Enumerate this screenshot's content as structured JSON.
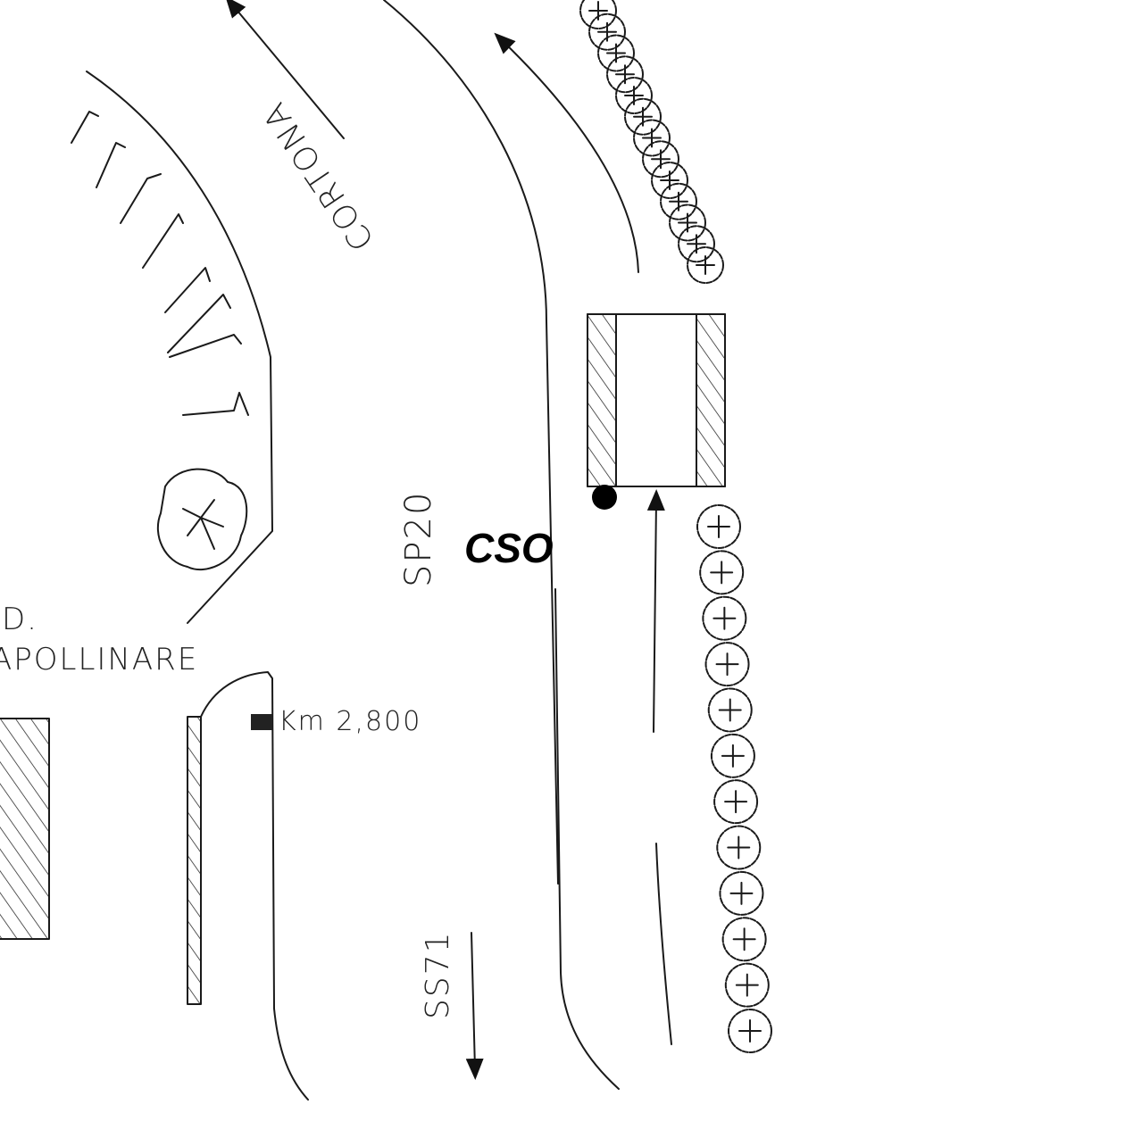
{
  "labels": {
    "cortona": "CORTONA",
    "sp20": "SP20",
    "cso": "CSO",
    "locality_line1": "D.",
    "locality_line2": "APOLLINARE",
    "km_marker": "Km 2,800",
    "ss": "SS71"
  },
  "colors": {
    "ink": "#1a1a1a",
    "background": "#ffffff"
  }
}
